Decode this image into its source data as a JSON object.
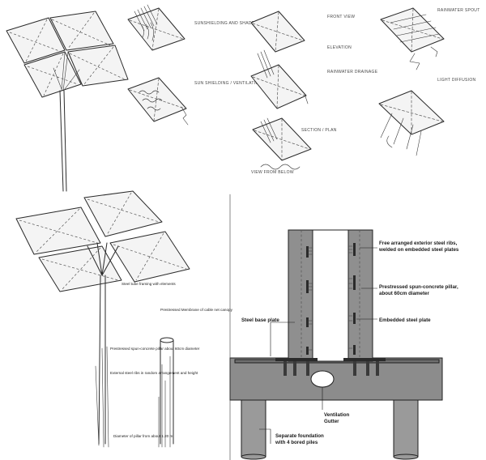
{
  "sketches": {
    "top_middle_notes": [
      "SUNSHIELDING AND SHADE",
      "SUN SHIELDING / VENTILATION"
    ],
    "top_right_notes": [
      "FRONT VIEW",
      "ELEVATION",
      "RAINWATER DRAINAGE",
      "SECTION / PLAN",
      "RAINWATER SPOUT",
      "VIEW FROM BELOW",
      "LIGHT DIFFUSION"
    ],
    "bottom_left_notes": [
      "Steel tube framing with elements",
      "Prestressed Membrane of cable net canopy",
      "Prestressed spun-concrete pillar about 60cm diameter",
      "External steel ribs in random arrangement and height",
      "Diameter of pillar from about 1.20 m"
    ]
  },
  "section": {
    "callouts": [
      "Free arranged exterior steel ribs, welded on embedded steel plates",
      "Prestressed spun-concrete pillar, about 60cm diameter",
      "Embedded steel plate",
      "Steel base plate",
      "Ventilation Gutter",
      "Separate foundation with 4 bored piles"
    ]
  }
}
